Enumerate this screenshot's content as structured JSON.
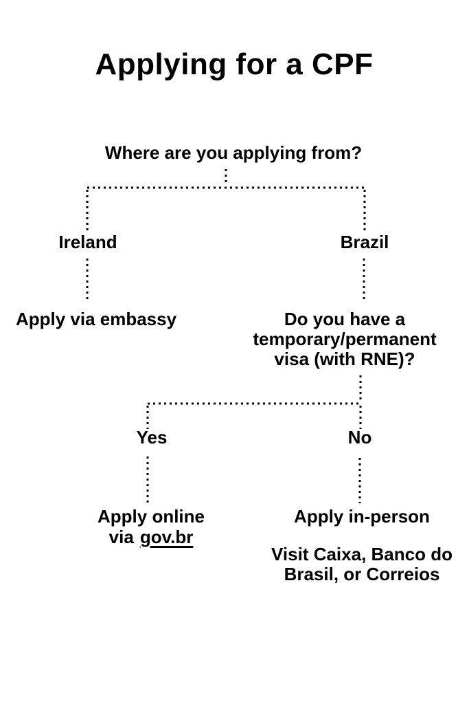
{
  "title": "Applying for a CPF",
  "colors": {
    "background": "#ffffff",
    "text": "#000000",
    "connector": "#000000"
  },
  "flow": {
    "question1": "Where are you applying from?",
    "ireland": {
      "label": "Ireland",
      "outcome": "Apply via embassy"
    },
    "brazil": {
      "label": "Brazil",
      "question2_line1": "Do you have a",
      "question2_line2": "temporary/permanent",
      "question2_line3": "visa (with RNE)?",
      "yes": {
        "label": "Yes",
        "outcome_line1": "Apply online",
        "outcome_line2_prefix": "via",
        "link_text": "gov.br"
      },
      "no": {
        "label": "No",
        "outcome": "Apply in-person",
        "detail_line1": "Visit Caixa, Banco do",
        "detail_line2": "Brasil, or Correios"
      }
    }
  }
}
